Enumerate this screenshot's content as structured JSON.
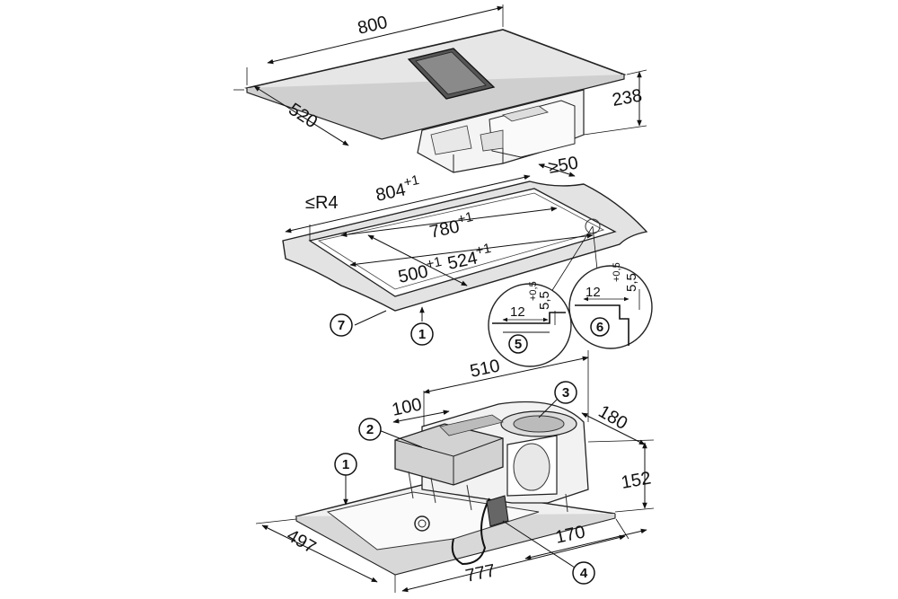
{
  "top_unit": {
    "dims": {
      "width": "800",
      "depth": "520",
      "height": "238"
    }
  },
  "cutout": {
    "radius": "≤R4",
    "outer_length": "804",
    "outer_length_tol": "+1",
    "inner_length": "780",
    "inner_length_tol": "+1",
    "outer_depth": "524",
    "outer_depth_tol": "+1",
    "inner_depth": "500",
    "inner_depth_tol": "+1",
    "clearance": "≥50"
  },
  "details": [
    {
      "label": "5",
      "width": "12",
      "depth": "5,5",
      "tol": "+0,5"
    },
    {
      "label": "6",
      "width": "12",
      "depth": "5,5",
      "tol": "+0,5"
    }
  ],
  "bottom_unit": {
    "dims": {
      "fan_length": "510",
      "fan_offset": "100",
      "fan_depth": "180",
      "fan_height": "152",
      "base_depth": "497",
      "base_length": "777",
      "box_offset": "170"
    }
  },
  "callouts": {
    "one_a": "1",
    "one_b": "1",
    "two": "2",
    "three": "3",
    "four": "4",
    "seven": "7"
  }
}
